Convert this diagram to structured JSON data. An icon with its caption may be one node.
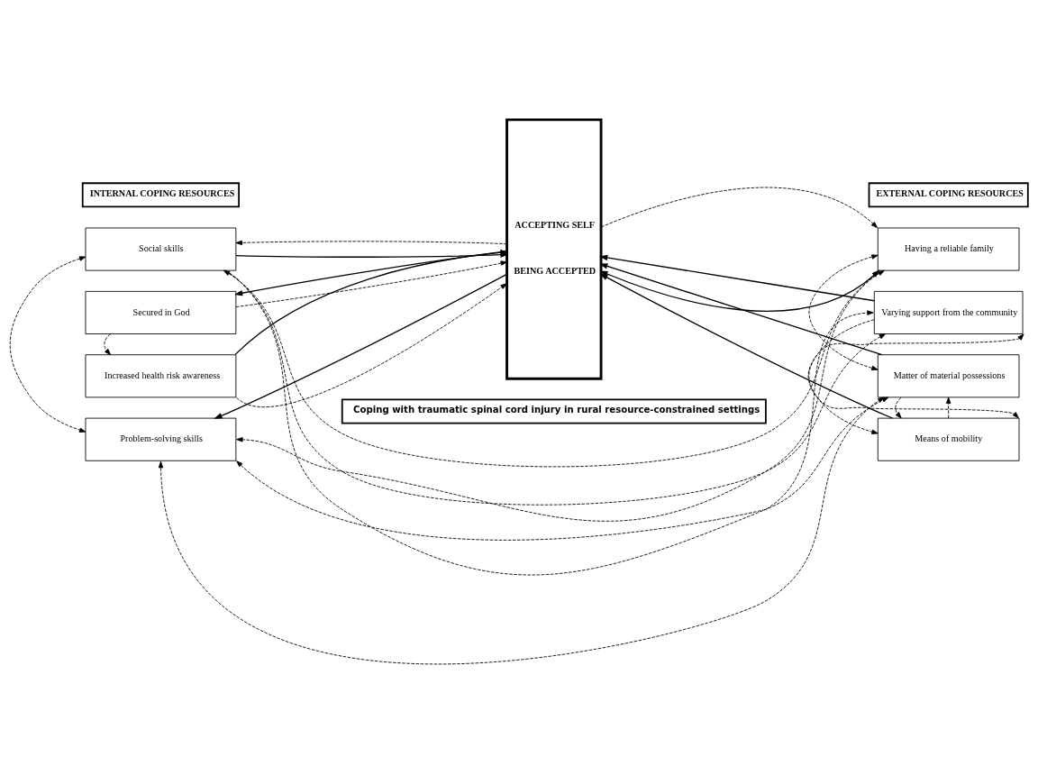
{
  "diagram": {
    "nodes": [
      {
        "text": [
          "INTERNAL COPING RESOURCES"
        ]
      },
      {
        "text": [
          "EXTERNAL COPING RESOURCES"
        ]
      },
      {
        "text": [
          "ACCEPTING SELF",
          "BEING ACCEPTED"
        ]
      },
      {
        "text": [
          "Social skills"
        ]
      },
      {
        "text": [
          "Secured in God"
        ]
      },
      {
        "text": [
          "Increased health risk awareness"
        ]
      },
      {
        "text": [
          "Problem-solving skills"
        ]
      },
      {
        "text": [
          "Having a reliable family"
        ]
      },
      {
        "text": [
          "Varying support from the community"
        ]
      },
      {
        "text": [
          "Matter of material possessions"
        ]
      },
      {
        "text": [
          "Means of mobility"
        ]
      },
      {
        "text": [
          "Coping with traumatic spinal cord injury in rural resource-constrained settings"
        ]
      }
    ],
    "edges": [
      {
        "from": 3,
        "to": 2,
        "arrow": "to"
      },
      {
        "from": 2,
        "to": 3,
        "arrow": "to",
        "style": "dashed"
      },
      {
        "from": 2,
        "to": 4,
        "arrow": "to"
      },
      {
        "from": 4,
        "to": 2,
        "arrow": "to",
        "style": "dashed"
      },
      {
        "from": 5,
        "to": 2,
        "arrow": "to"
      },
      {
        "from": 5,
        "to": 2,
        "arrow": "to",
        "style": "dashed"
      },
      {
        "from": 2,
        "to": 6,
        "arrow": "to"
      },
      {
        "from": 2,
        "to": 7,
        "arrow": "to",
        "style": "dashed"
      },
      {
        "from": 2,
        "to": 7,
        "arrow": "both"
      },
      {
        "from": 8,
        "to": 2,
        "arrow": "to"
      },
      {
        "from": 9,
        "to": 2,
        "arrow": "to"
      },
      {
        "from": 10,
        "to": 2,
        "arrow": "to"
      },
      {
        "from": 3,
        "to": 7,
        "arrow": "both",
        "style": "dashed"
      },
      {
        "from": 3,
        "to": 6,
        "arrow": "both",
        "style": "dashed"
      },
      {
        "from": 3,
        "to": 8,
        "arrow": "to",
        "style": "dashed"
      },
      {
        "from": 3,
        "to": 9,
        "arrow": "to",
        "style": "dashed"
      },
      {
        "from": 4,
        "to": 5,
        "arrow": "to",
        "style": "dashed"
      },
      {
        "from": 7,
        "to": 6,
        "arrow": "to",
        "style": "dashed"
      },
      {
        "from": 6,
        "to": 8,
        "arrow": "both",
        "style": "dashed"
      },
      {
        "from": 6,
        "to": 9,
        "arrow": "both",
        "style": "dashed"
      },
      {
        "from": 7,
        "to": 9,
        "arrow": "both",
        "style": "dashed"
      },
      {
        "from": 8,
        "to": 10,
        "arrow": "to",
        "style": "dashed"
      },
      {
        "from": 8,
        "to": 10,
        "arrow": "both",
        "style": "dashed"
      },
      {
        "from": 10,
        "to": 9,
        "arrow": "to",
        "style": "dashed"
      },
      {
        "from": 9,
        "to": 10,
        "arrow": "to",
        "style": "dashed"
      }
    ]
  }
}
